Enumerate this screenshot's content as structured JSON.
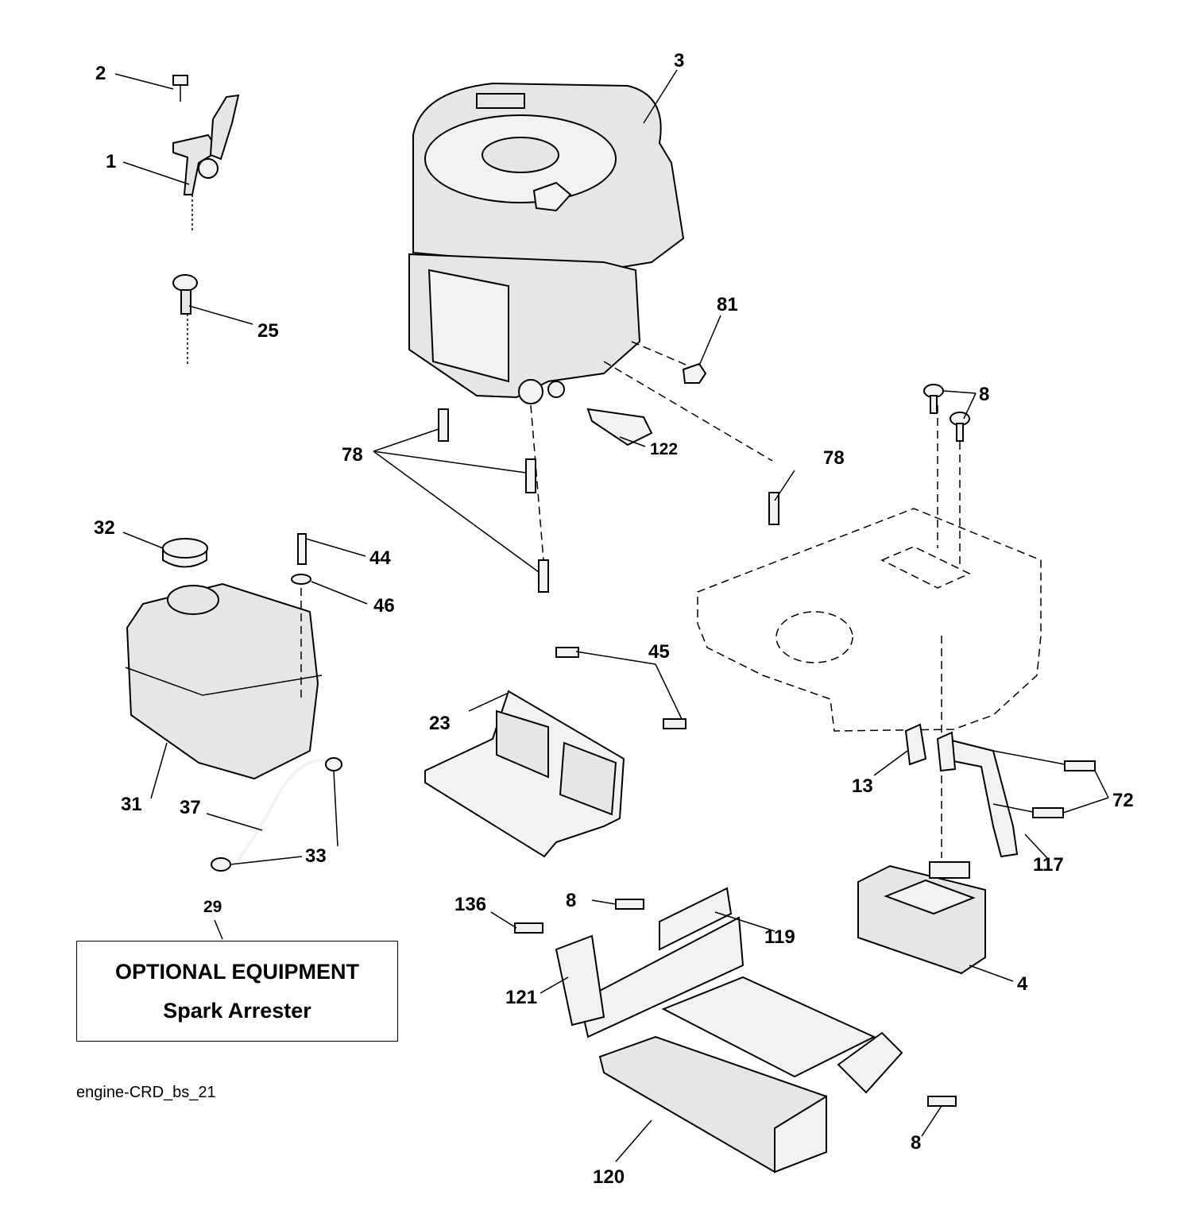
{
  "diagram": {
    "figure_id": "engine-CRD_bs_21",
    "callouts": {
      "c1": "1",
      "c2": "2",
      "c3": "3",
      "c4": "4",
      "c8a": "8",
      "c8b": "8",
      "c8c": "8",
      "c13": "13",
      "c23": "23",
      "c25": "25",
      "c29": "29",
      "c31": "31",
      "c32": "32",
      "c33": "33",
      "c37": "37",
      "c44": "44",
      "c45": "45",
      "c46": "46",
      "c72": "72",
      "c78a": "78",
      "c78b": "78",
      "c81": "81",
      "c117": "117",
      "c119": "119",
      "c120": "120",
      "c121": "121",
      "c122": "122",
      "c136": "136"
    },
    "optional_box": {
      "line1": "OPTIONAL EQUIPMENT",
      "line2": "Spark Arrester"
    }
  }
}
